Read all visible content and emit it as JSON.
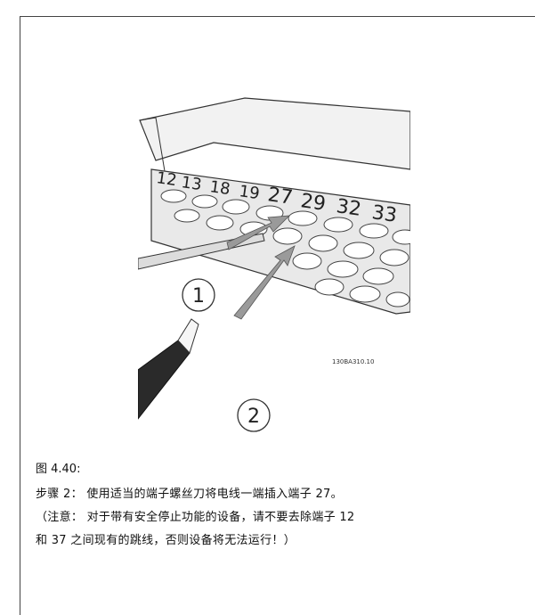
{
  "figure": {
    "terminal_labels": [
      "12",
      "13",
      "18",
      "19",
      "27",
      "29",
      "32",
      "33"
    ],
    "callouts": [
      "1",
      "2"
    ],
    "part_code": "130BA310.10",
    "caption": "图 4.40:"
  },
  "text": {
    "line1": "步骤 2： 使用适当的端子螺丝刀将电线一端插入端子 27。",
    "line2": "（注意： 对于带有安全停止功能的设备，请不要去除端子 12",
    "line3": "和 37 之间现有的跳线，否则设备将无法运行！）"
  }
}
